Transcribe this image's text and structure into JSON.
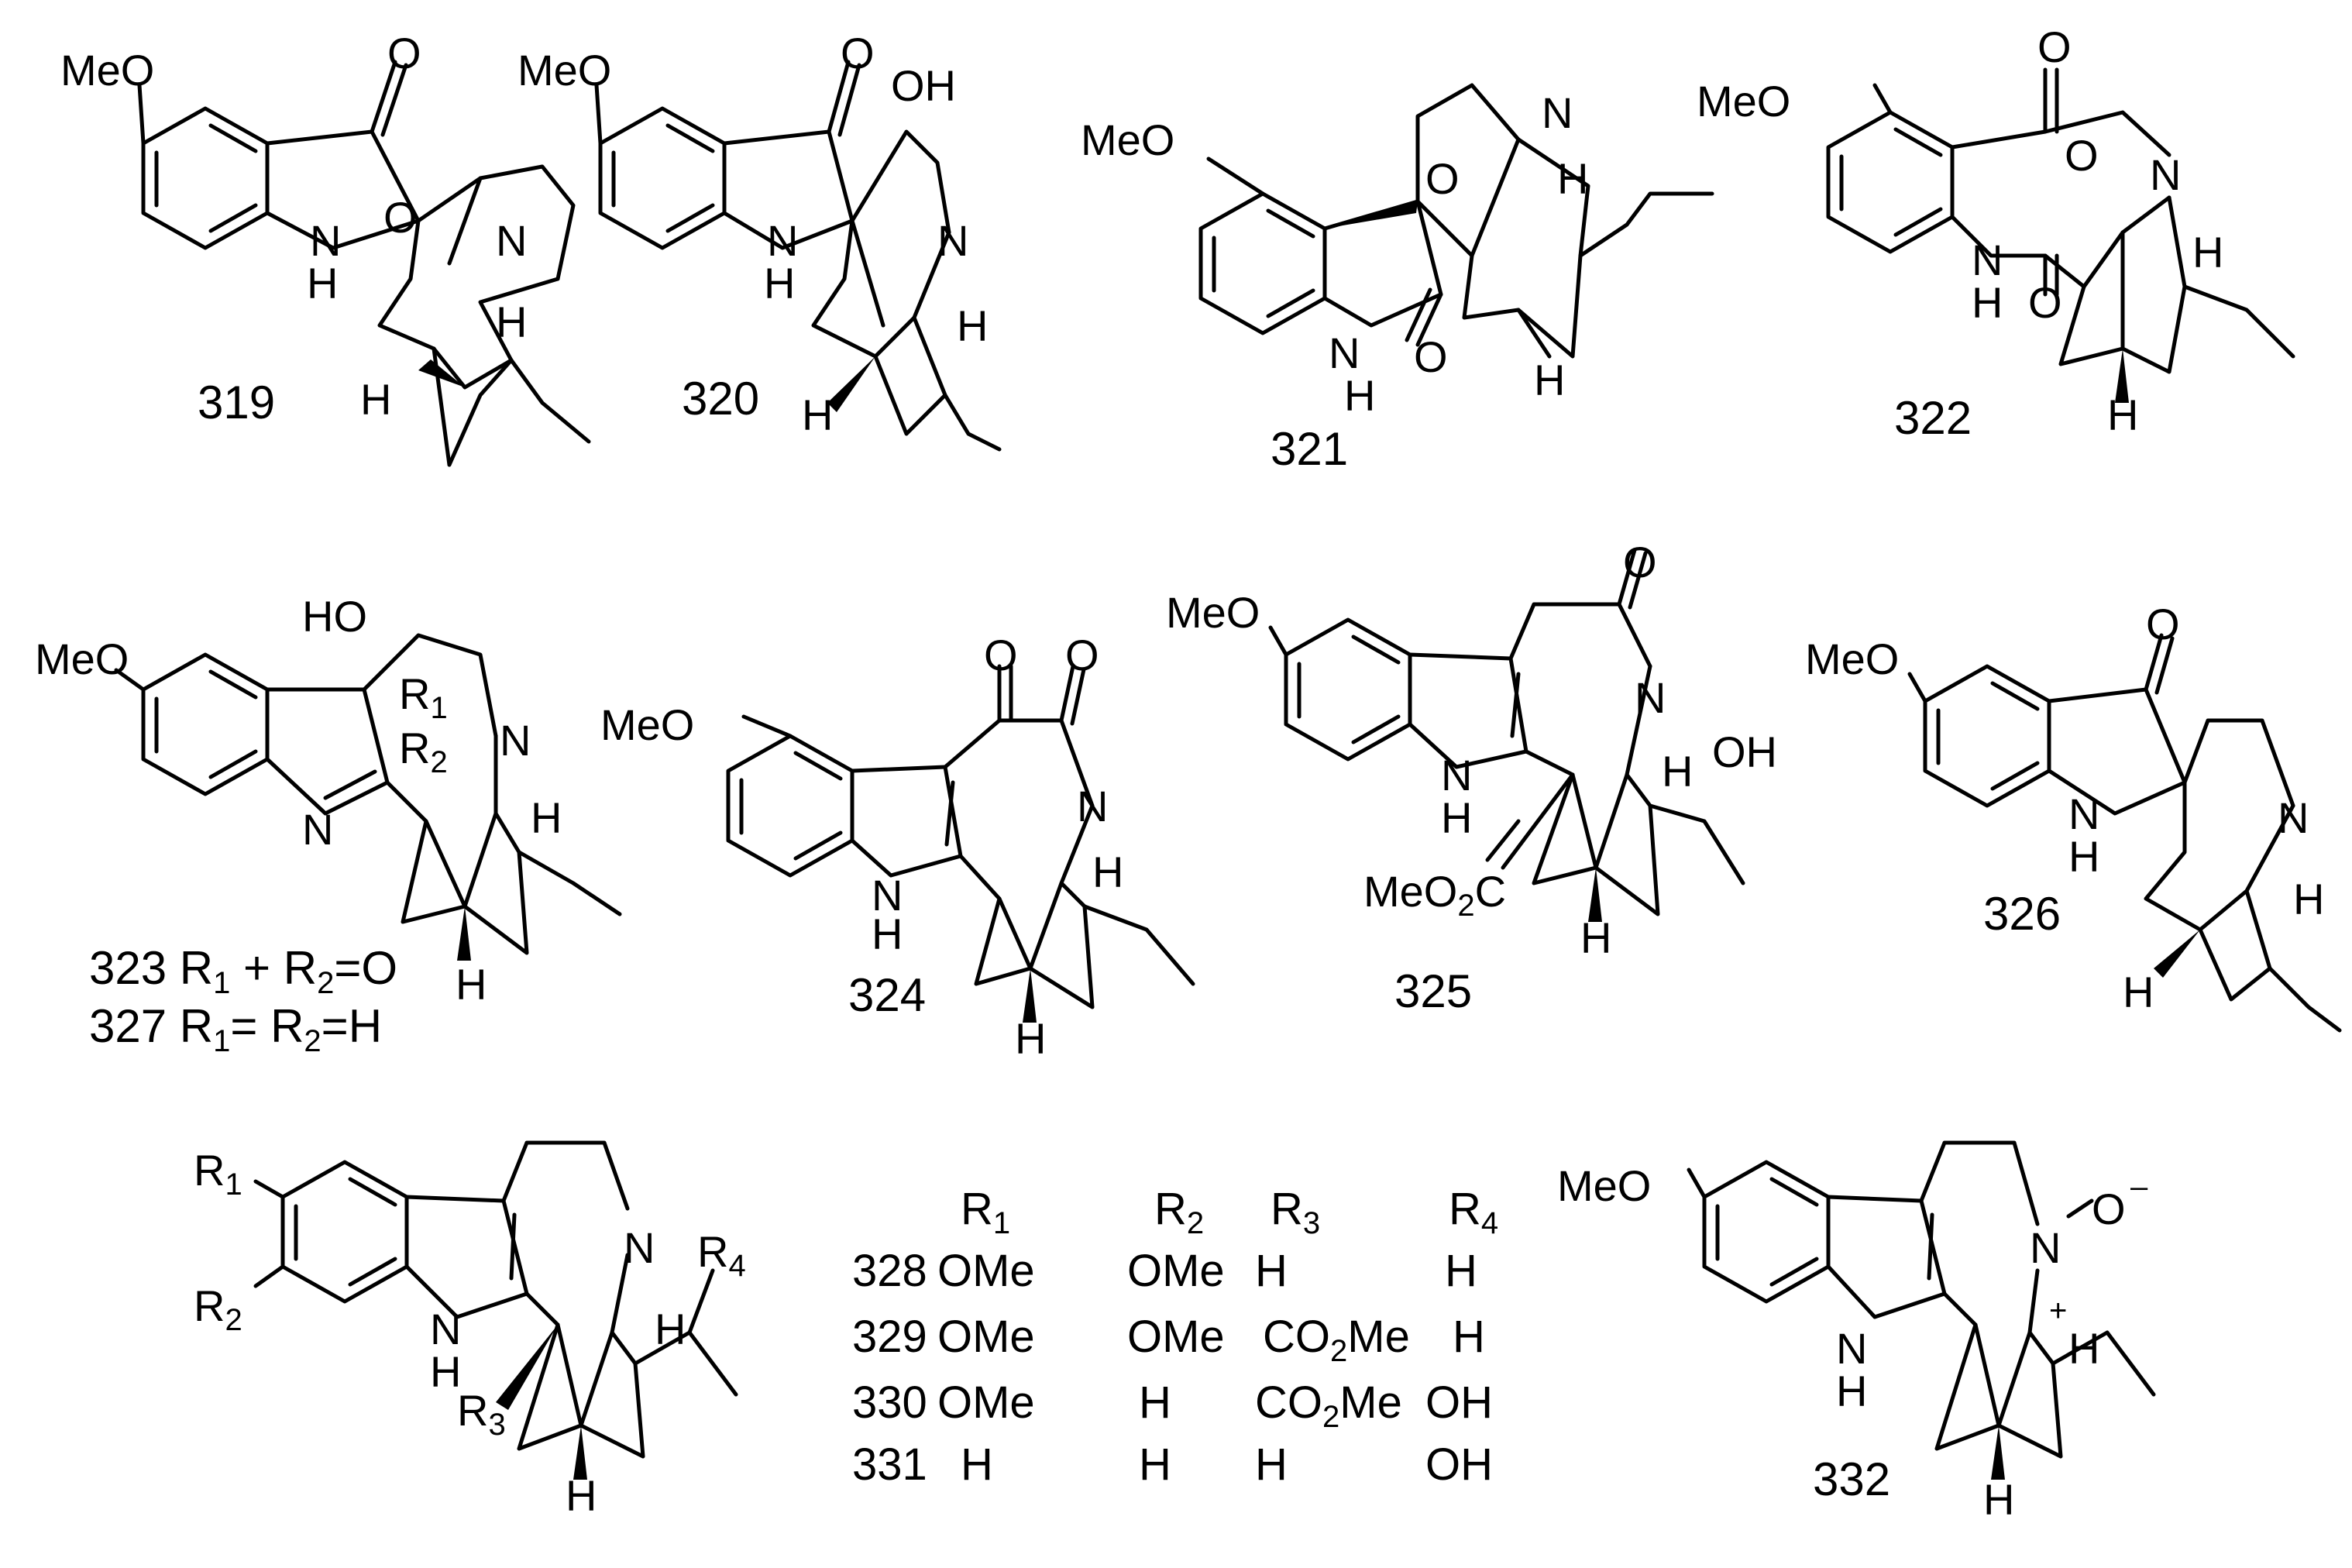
{
  "compounds": {
    "c319": {
      "label": "319",
      "atoms": {
        "meo": "MeO",
        "o_keto": "O",
        "o_ether": "O",
        "n_indole": "N",
        "h_indole": "H",
        "n_amine": "N",
        "h_c3": "H",
        "h_c15": "H"
      }
    },
    "c320": {
      "label": "320",
      "atoms": {
        "meo": "MeO",
        "o_keto": "O",
        "oh": "OH",
        "n_indole": "N",
        "h_indole": "H",
        "n_amine": "N",
        "h_c3": "H",
        "h_c15": "H"
      }
    },
    "c321": {
      "label": "321",
      "atoms": {
        "meo": "MeO",
        "o_ether": "O",
        "n_amine": "N",
        "h_c3": "H",
        "n_indole": "N",
        "h_indole": "H",
        "o_lactam": "O",
        "h_c15": "H"
      }
    },
    "c322": {
      "label": "322",
      "atoms": {
        "meo": "MeO",
        "o_keto": "O",
        "o_amide": "O",
        "n_amide": "N",
        "n_indole": "N",
        "h_indole": "H",
        "o_lactam": "O",
        "h_c3": "H",
        "h_c15": "H"
      }
    },
    "c323": {
      "label": "323 R",
      "rsub1": "1",
      "plus": " + R",
      "rsub2": "2",
      "tail": "=O",
      "atoms": {
        "meo": "MeO",
        "ho": "HO",
        "r1": "R",
        "r1_sub": "1",
        "r2": "R",
        "r2_sub": "2",
        "n_amine": "N",
        "n_indole": "N",
        "h_c3": "H",
        "h_c15": "H"
      }
    },
    "c327": {
      "label": "327 R",
      "rsub1": "1",
      "eq": "= R",
      "rsub2": "2",
      "tail": "=H"
    },
    "c324": {
      "label": "324",
      "atoms": {
        "meo": "MeO",
        "o1": "O",
        "o2": "O",
        "n_amide": "N",
        "n_indole": "N",
        "h_indole": "H",
        "h_c3": "H",
        "h_c15": "H"
      }
    },
    "c325": {
      "label": "325",
      "atoms": {
        "meo": "MeO",
        "o_lactam": "O",
        "n_amide": "N",
        "oh": "OH",
        "n_indole": "N",
        "h_indole": "H",
        "h_c3": "H",
        "h_c15": "H",
        "ester": "MeO",
        "ester_sub": "2",
        "ester_c": "C"
      }
    },
    "c326": {
      "label": "326",
      "atoms": {
        "meo": "MeO",
        "o_keto": "O",
        "n_amine": "N",
        "n_indole": "N",
        "h_indole": "H",
        "h_c3": "H",
        "h_c15": "H"
      }
    },
    "general": {
      "atoms": {
        "r1": "R",
        "r1_sub": "1",
        "r2": "R",
        "r2_sub": "2",
        "r3": "R",
        "r3_sub": "3",
        "r4": "R",
        "r4_sub": "4",
        "n_amine": "N",
        "n_indole": "N",
        "h_indole": "H",
        "h_c3": "H",
        "h_c15": "H"
      }
    },
    "c332": {
      "label": "332",
      "atoms": {
        "meo": "MeO",
        "n_oxide": "N",
        "o_oxide": "O",
        "minus": "–",
        "plus": "+",
        "n_indole": "N",
        "h_indole": "H",
        "h_c3": "H",
        "h_c15": "H"
      }
    }
  },
  "substituent_table": {
    "headers": [
      {
        "base": "R",
        "sub": "1"
      },
      {
        "base": "R",
        "sub": "2"
      },
      {
        "base": "R",
        "sub": "3"
      },
      {
        "base": "R",
        "sub": "4"
      }
    ],
    "rows": [
      {
        "compound": "328",
        "r1": "OMe",
        "r2": "OMe",
        "r3": "H",
        "r4": "H"
      },
      {
        "compound": "329",
        "r1": "OMe",
        "r2": "OMe",
        "r3": "CO",
        "r3_sub": "2",
        "r3_tail": "Me",
        "r4": "H"
      },
      {
        "compound": "330",
        "r1": "OMe",
        "r2": "H",
        "r3": "CO",
        "r3_sub": "2",
        "r3_tail": "Me",
        "r4": "OH"
      },
      {
        "compound": "331",
        "r1": "H",
        "r2": "H",
        "r3": "H",
        "r4": "OH"
      }
    ]
  }
}
